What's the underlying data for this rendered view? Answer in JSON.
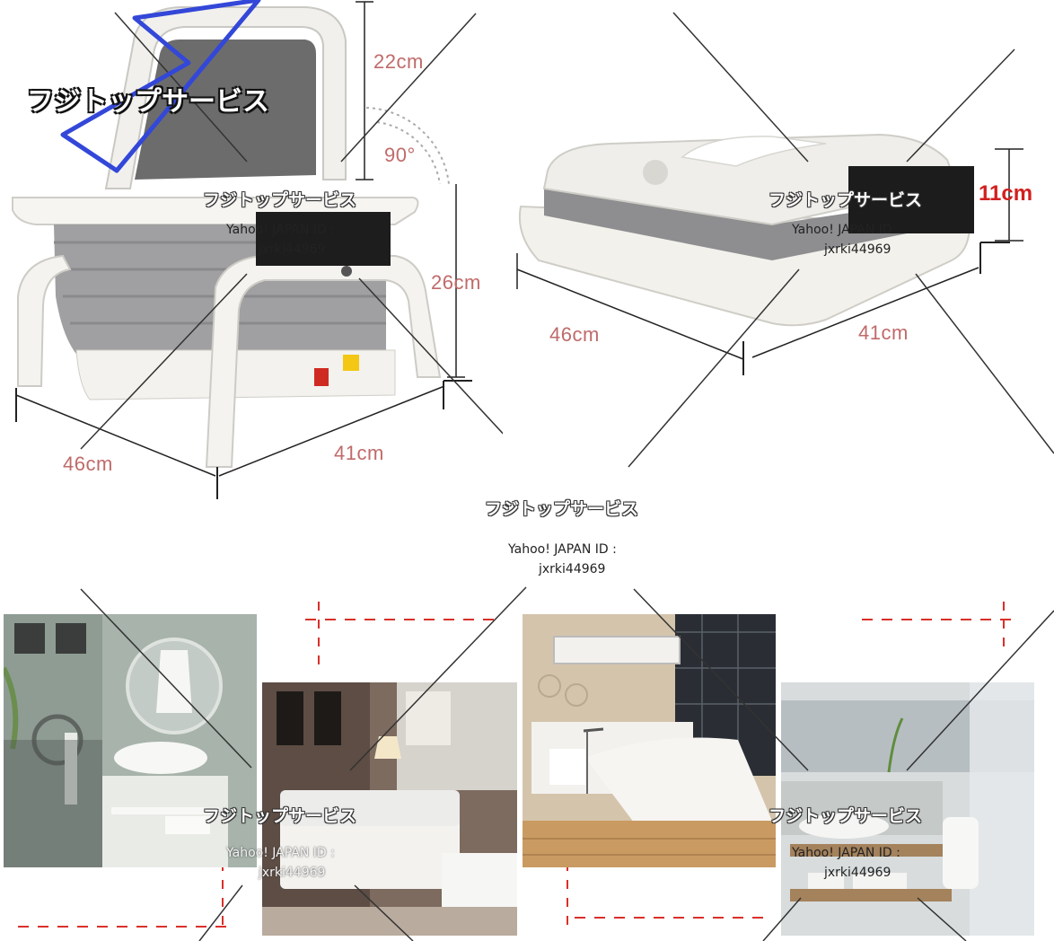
{
  "watermark": {
    "brand": "フジトップサービス",
    "id_line1": "Yahoo! JAPAN ID :",
    "id_line2": "jxrki44969"
  },
  "product_left": {
    "dim_height_back": "22cm",
    "dim_angle": "90°",
    "dim_height_total": "26cm",
    "dim_depth": "46cm",
    "dim_width": "41cm"
  },
  "product_right": {
    "dim_folded_height": "11cm",
    "dim_depth": "46cm",
    "dim_width": "41cm"
  },
  "colors": {
    "dimension_text": "#c06a6a",
    "folded_height_text": "#d21f1f",
    "tub_grey": "#9a9a9a",
    "body_white": "#f2f1ee",
    "logo_blue": "#3347d8"
  },
  "scenes": [
    "bathroom",
    "living-room",
    "bedroom",
    "bathroom-2"
  ]
}
